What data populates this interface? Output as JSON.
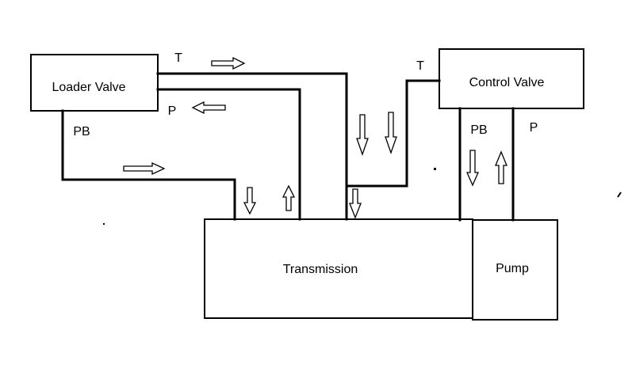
{
  "colors": {
    "line": "#000000",
    "background": "#ffffff",
    "arrow_fill": "#ffffff"
  },
  "blocks": {
    "loader_valve": "Loader Valve",
    "control_valve": "Control Valve",
    "transmission": "Transmission",
    "pump": "Pump"
  },
  "ports": {
    "loader_t": "T",
    "loader_p": "P",
    "loader_pb": "PB",
    "control_t": "T",
    "control_pb": "PB",
    "control_p": "P"
  },
  "arrows": [
    {
      "id": "arrow-loader-t-right",
      "direction": "right"
    },
    {
      "id": "arrow-loader-p-left",
      "direction": "left"
    },
    {
      "id": "arrow-loader-pb-right",
      "direction": "right"
    },
    {
      "id": "arrow-down-1",
      "direction": "down"
    },
    {
      "id": "arrow-up-1",
      "direction": "up"
    },
    {
      "id": "arrow-down-2",
      "direction": "down"
    },
    {
      "id": "arrow-down-3",
      "direction": "down"
    },
    {
      "id": "arrow-down-4",
      "direction": "down"
    },
    {
      "id": "arrow-control-pb-down",
      "direction": "down"
    },
    {
      "id": "arrow-control-p-up",
      "direction": "up"
    }
  ]
}
